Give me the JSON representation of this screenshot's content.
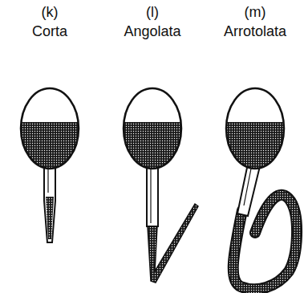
{
  "diagram": {
    "labels": [
      "(k)",
      "Corta",
      "(l)",
      "Angolata",
      "(m)",
      "Arrotolata"
    ]
  }
}
